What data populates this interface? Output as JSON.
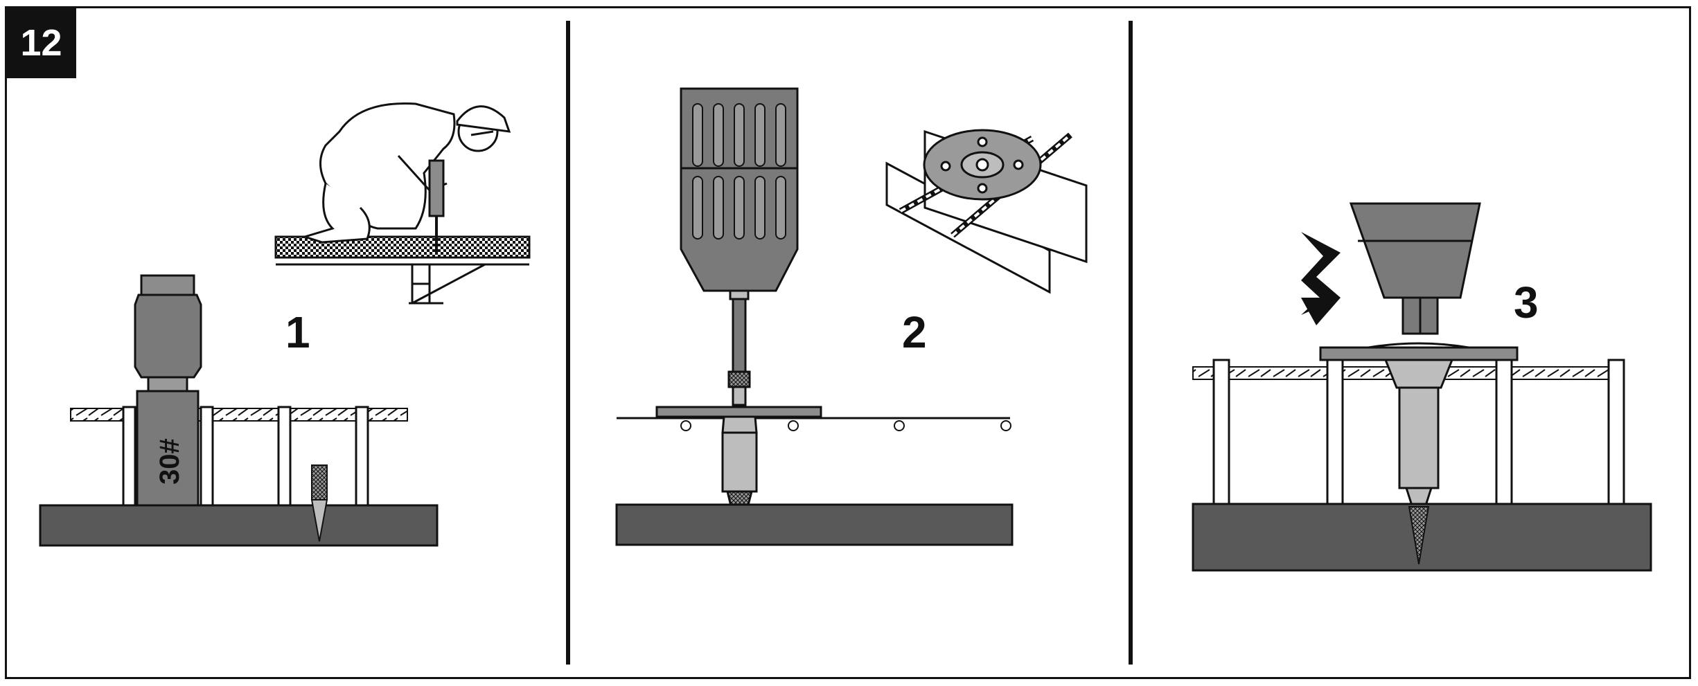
{
  "figure": {
    "number": "12",
    "panels": [
      {
        "step": "1",
        "tool_marking": "30#"
      },
      {
        "step": "2"
      },
      {
        "step": "3"
      }
    ]
  },
  "colors": {
    "ink": "#111111",
    "slab": "#595959",
    "tool_dark": "#7a7a7a",
    "tool_mid": "#8c8c8c",
    "tool_light": "#bdbdbd",
    "paper": "#ffffff"
  }
}
